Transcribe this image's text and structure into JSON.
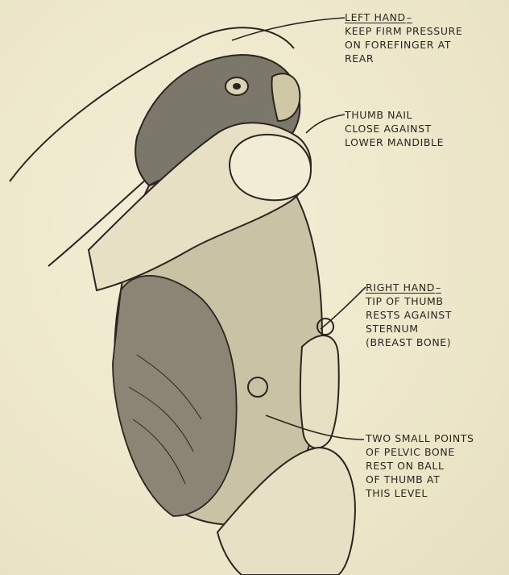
{
  "labels": {
    "left_hand": {
      "title": "LEFT HAND",
      "lines": [
        "KEEP FIRM PRESSURE",
        "ON FOREFINGER AT",
        "REAR"
      ]
    },
    "thumb_nail": {
      "lines": [
        "THUMB NAIL",
        "CLOSE AGAINST",
        "LOWER MANDIBLE"
      ]
    },
    "right_hand": {
      "title": "RIGHT HAND",
      "lines": [
        "TIP OF THUMB",
        "RESTS AGAINST",
        "STERNUM",
        "(BREAST BONE)"
      ]
    },
    "pelvic": {
      "lines": [
        "TWO SMALL POINTS",
        "OF PELVIC BONE",
        "REST ON BALL",
        "OF THUMB AT",
        "THIS LEVEL"
      ]
    }
  },
  "colors": {
    "paper": "#efe9cf",
    "ink": "#2a2520",
    "bird_shade": "#6d6a5e"
  }
}
